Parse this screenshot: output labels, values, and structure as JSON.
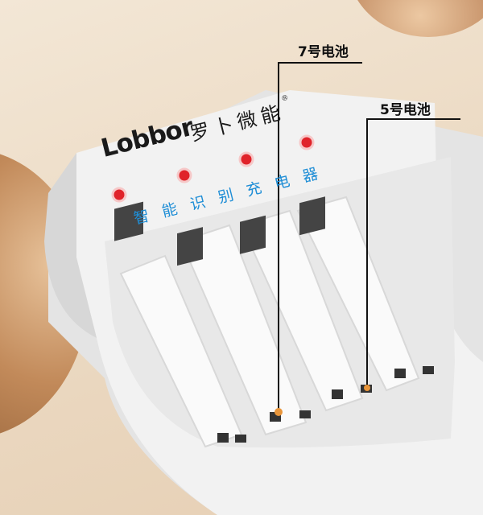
{
  "brand": {
    "logo_text": "Lobbor",
    "chinese_name": "罗卜微能",
    "registered_mark": "®"
  },
  "product_label": "智能识别充电器",
  "callouts": [
    {
      "label": "7号电池"
    },
    {
      "label": "5号电池"
    }
  ],
  "colors": {
    "indicator_led": "#e0232a",
    "product_label": "#1f8ed6",
    "charger_body": "#f1f1f1"
  }
}
